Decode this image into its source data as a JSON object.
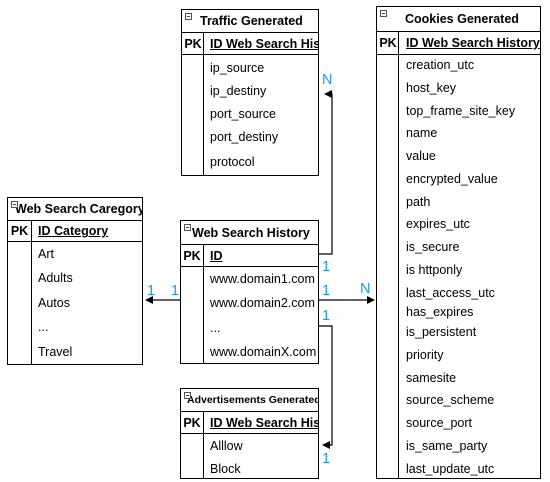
{
  "entities": {
    "traffic": {
      "title": "Traffic Generated",
      "pk_label": "PK",
      "pk_field": "ID Web Search His",
      "attributes": [
        "ip_source",
        "ip_destiny",
        "port_source",
        "port_destiny",
        "protocol"
      ]
    },
    "cookies": {
      "title": "Cookies Generated",
      "pk_label": "PK",
      "pk_field": "ID Web Search History",
      "attributes": [
        "creation_utc",
        "host_key",
        "top_frame_site_key",
        "name",
        "value",
        "encrypted_value",
        "path",
        "expires_utc",
        "is_secure",
        "is httponly",
        "last_access_utc",
        "has_expires",
        "is_persistent",
        "priority",
        "samesite",
        "source_scheme",
        "source_port",
        "is_same_party",
        "last_update_utc"
      ]
    },
    "category": {
      "title": "Web Search Caregory",
      "pk_label": "PK",
      "pk_field": "ID Category",
      "attributes": [
        "Art",
        "Adults",
        "Autos",
        "...",
        "Travel"
      ]
    },
    "history": {
      "title": "Web Search History",
      "pk_label": "PK",
      "pk_field": "ID",
      "attributes": [
        "www.domain1.com",
        "www.domain2.com",
        "...",
        "www.domainX.com"
      ]
    },
    "ads": {
      "title": "Advertisements Generated",
      "pk_label": "PK",
      "pk_field": "ID Web Search His",
      "attributes": [
        "Alllow",
        "Block"
      ]
    }
  },
  "cardinalities": {
    "history_traffic_history_side": "1",
    "history_traffic_traffic_side": "N",
    "history_cookies_history_side": "1",
    "history_cookies_cookies_side": "N",
    "category_side": "1",
    "history_category_side": "1",
    "history_ads_history_side": "1",
    "history_ads_ads_side": "1"
  },
  "colors": {
    "cardinality": "#1e9be0",
    "line": "#000000"
  }
}
